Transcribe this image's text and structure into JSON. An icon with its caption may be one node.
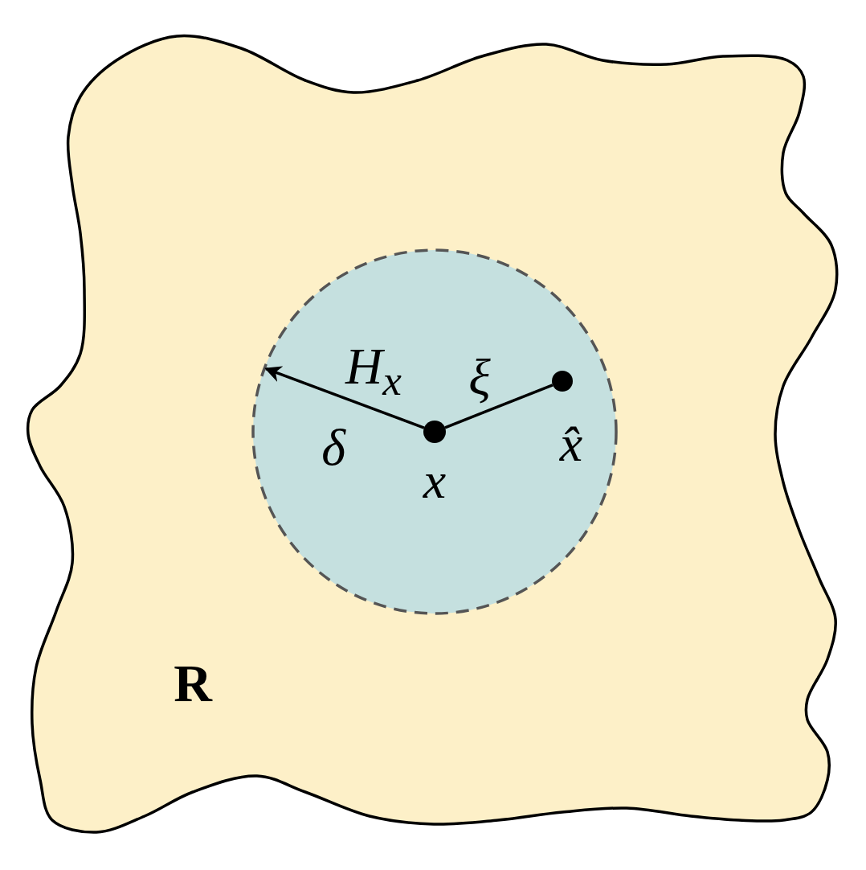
{
  "diagram": {
    "nodes": [
      {
        "text": [
          "R"
        ]
      },
      {
        "text": [
          "H$_{x}$"
        ],
        "in": 0
      },
      {
        "text": [],
        "shape": "circle",
        "beside": [
          "x"
        ],
        "in": 1
      },
      {
        "text": [],
        "shape": "circle",
        "beside": [
          "x̂"
        ],
        "in": 1
      }
    ],
    "edges": [
      {
        "from": 2,
        "to": 3,
        "arrow": "none",
        "label": "ξ"
      },
      {
        "from": 2,
        "to": 1,
        "arrow": "to",
        "label": "δ"
      }
    ]
  }
}
